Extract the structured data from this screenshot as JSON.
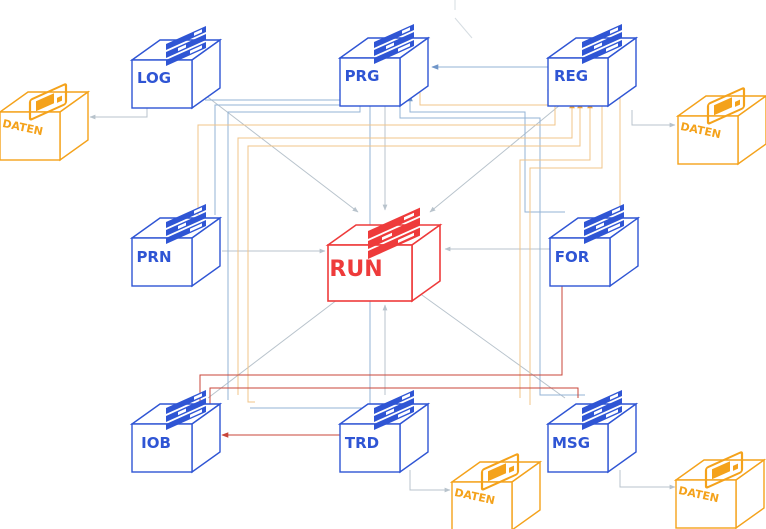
{
  "colors": {
    "module": "#2f55d4",
    "run": "#ee3b3b",
    "data_store": "#f4a21b",
    "edge_gray": "#b8c3cc",
    "edge_blue": "#93b3d6",
    "edge_orange": "#f0c48a",
    "edge_red": "#c8463a"
  },
  "icons": {
    "module": "server-rack-icon",
    "data_store": "drive-icon"
  },
  "modules": {
    "log": "LOG",
    "prg": "PRG",
    "reg": "REG",
    "prn": "PRN",
    "run": "RUN",
    "for": "FOR",
    "iob": "IOB",
    "trd": "TRD",
    "msg": "MSG"
  },
  "data_stores": {
    "log": "DATEN",
    "reg": "DATEN",
    "trd": "DATEN",
    "msg": "DATEN"
  }
}
